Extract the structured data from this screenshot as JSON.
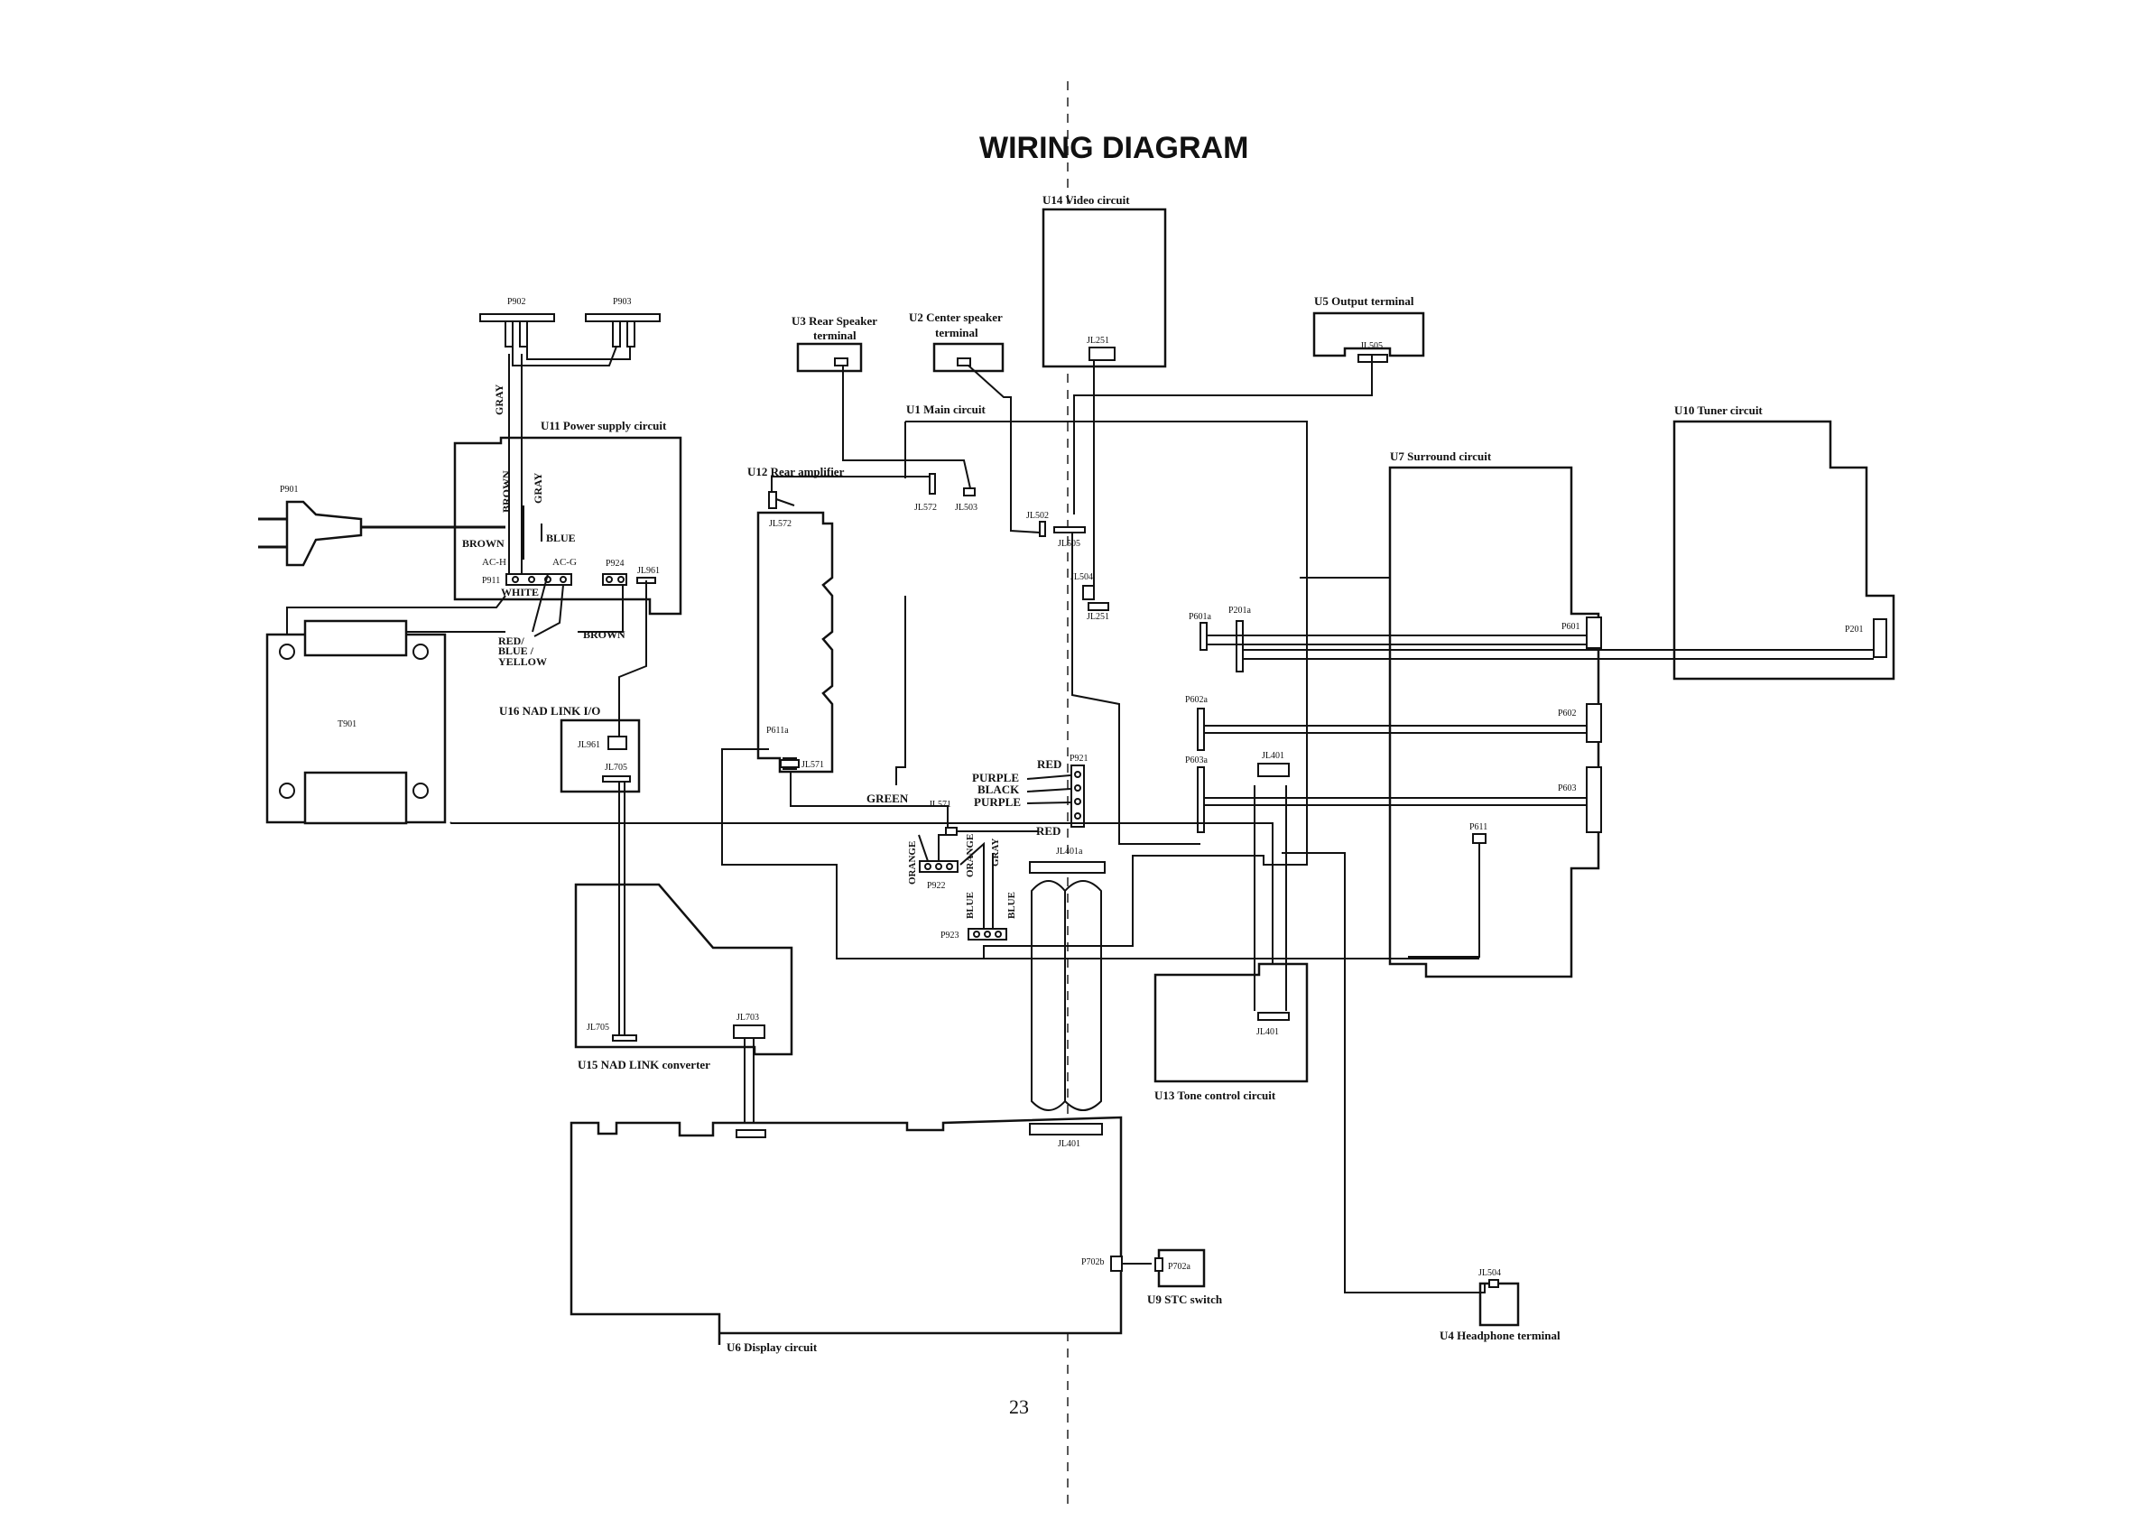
{
  "title": "WIRING DIAGRAM",
  "page_number": "23",
  "units": {
    "u14": "U14 Video circuit",
    "u5": "U5 Output terminal",
    "u3_line1": "U3 Rear Speaker",
    "u3_line2": "terminal",
    "u2_line1": "U2 Center speaker",
    "u2_line2": "terminal",
    "u1": "U1 Main circuit",
    "u10": "U10 Tuner circuit",
    "u7": "U7 Surround circuit",
    "u11": "U11 Power supply circuit",
    "u12": "U12 Rear amplifier",
    "u16": "U16 NAD LINK I/O",
    "u15": "U15 NAD LINK  converter",
    "u13": "U13 Tone control  circuit",
    "u9": "U9 STC switch",
    "u6": "U6 Display circuit",
    "u4": "U4 Headphone terminal",
    "t901": "T901"
  },
  "connectors": {
    "p902": "P902",
    "p903": "P903",
    "p901": "P901",
    "p911": "P911",
    "p924": "P924",
    "jl961": "JL961",
    "jl961b": "JL961",
    "jl705": "JL705",
    "jl705b": "JL705",
    "jl703": "JL703",
    "jl251_top": "JL251",
    "jl251_mid": "JL251",
    "jl505": "JL505",
    "jl572": "JL572",
    "jl503": "JL503",
    "jl572b": "JL572",
    "jl502": "JL502",
    "jl505b": "JL505",
    "jl504": "JL504",
    "p611a": "P611a",
    "jl571": "JL571",
    "jl571b": "JL571",
    "p921": "P921",
    "p922": "P922",
    "p923": "P923",
    "jl401a": "JL401a",
    "jl401": "JL401",
    "jl401b": "JL401",
    "jl401c": "JL401",
    "p601a": "P601a",
    "p201a": "P201a",
    "p601": "P601",
    "p201": "P201",
    "p602a": "P602a",
    "p602": "P602",
    "p603a": "P603a",
    "p603": "P603",
    "p611": "P611",
    "p702b": "P702b",
    "p702a": "P702a",
    "jl504b": "JL504"
  },
  "wire_colors": {
    "gray": "GRAY",
    "brown": "BROWN",
    "gray2": "GRAY",
    "blue": "BLUE",
    "brown2": "BROWN",
    "acH": "AC-H",
    "acG": "AC-G",
    "white": "WHITE",
    "red_blue_yellow_1": "RED/",
    "red_blue_yellow_2": "BLUE /",
    "red_blue_yellow_3": "YELLOW",
    "brown3": "BROWN",
    "red": "RED",
    "purple": "PURPLE",
    "black": "BLACK",
    "purple2": "PURPLE",
    "red2": "RED",
    "green": "GREEN",
    "orange": "ORANGE",
    "orange2": "ORANGE",
    "gray3": "GRAY",
    "blue2": "BLUE",
    "blue3": "BLUE"
  }
}
